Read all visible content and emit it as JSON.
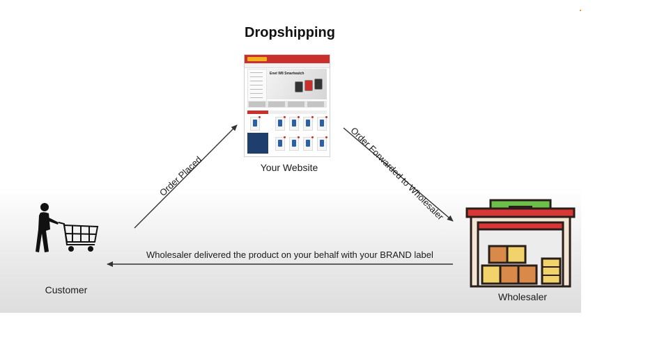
{
  "title": "Dropshipping",
  "nodes": {
    "website": {
      "label": "Your Website"
    },
    "customer": {
      "label": "Customer"
    },
    "wholesaler": {
      "label": "Wholesaler"
    }
  },
  "edges": {
    "order_placed": "Order Placed",
    "forwarded": "Order Forwarded to Wholesaler",
    "delivered": "Wholesaler delivered the product on your behalf with your BRAND label"
  },
  "website_mock": {
    "banner_title": "Enet W8 Smartwatch"
  },
  "colors": {
    "arrow": "#333333",
    "store_roof": "#d93636",
    "store_sign": "#6cc04a",
    "box": "#d98a4a",
    "box_yellow": "#f2d36b"
  }
}
